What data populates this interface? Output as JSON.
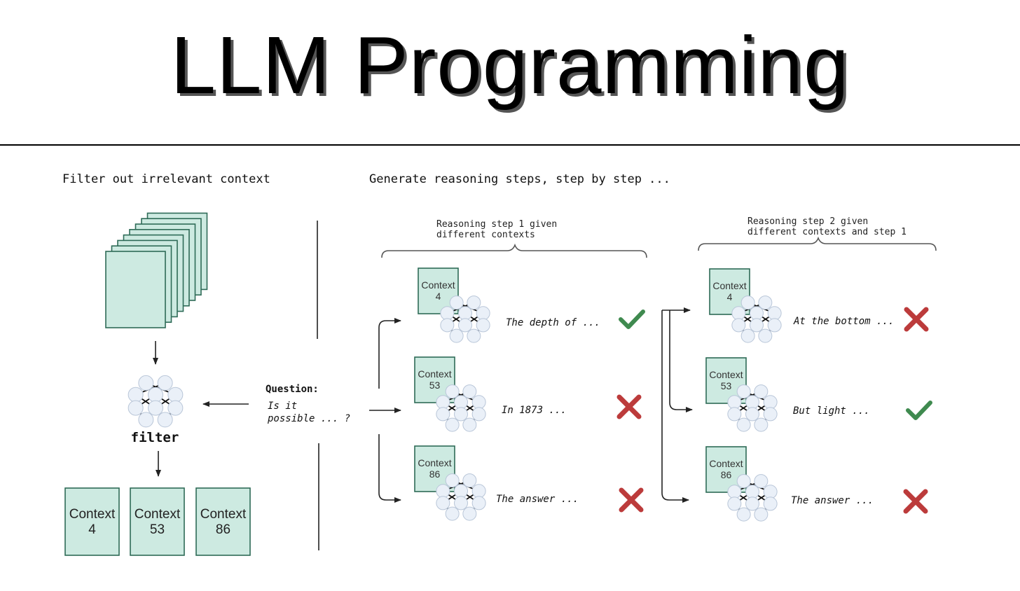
{
  "title": "LLM Programming",
  "filter_section": {
    "heading": "Filter out irrelevant context",
    "model_label": "filter",
    "question_label": "Question:",
    "question_line1": "Is it",
    "question_line2": "possible ... ?",
    "outputs": [
      {
        "line1": "Context",
        "line2": "4"
      },
      {
        "line1": "Context",
        "line2": "53"
      },
      {
        "line1": "Context",
        "line2": "86"
      }
    ]
  },
  "reasoning_section": {
    "heading": "Generate reasoning steps, step by step ...",
    "step1": {
      "brace_line1": "Reasoning step 1 given",
      "brace_line2": "different contexts",
      "rows": [
        {
          "context_line1": "Context",
          "context_line2": "4",
          "output": "The depth of ...",
          "result": "check"
        },
        {
          "context_line1": "Context",
          "context_line2": "53",
          "output": "In 1873 ...",
          "result": "cross"
        },
        {
          "context_line1": "Context",
          "context_line2": "86",
          "output": "The answer ...",
          "result": "cross"
        }
      ]
    },
    "step2": {
      "brace_line1": "Reasoning step 2 given",
      "brace_line2": "different contexts and step 1",
      "rows": [
        {
          "context_line1": "Context",
          "context_line2": "4",
          "output": "At the bottom ...",
          "result": "cross"
        },
        {
          "context_line1": "Context",
          "context_line2": "53",
          "output": "But light ...",
          "result": "check"
        },
        {
          "context_line1": "Context",
          "context_line2": "86",
          "output": "The answer ...",
          "result": "cross"
        }
      ]
    }
  },
  "colors": {
    "doc_fill": "#cdeae1",
    "doc_stroke": "#2e6b57",
    "node_fill": "#eaf0f8",
    "node_stroke": "#b9c6d8",
    "check": "#3f8a4f",
    "cross": "#bc3b3b",
    "line": "#222222",
    "brace": "#555555"
  }
}
